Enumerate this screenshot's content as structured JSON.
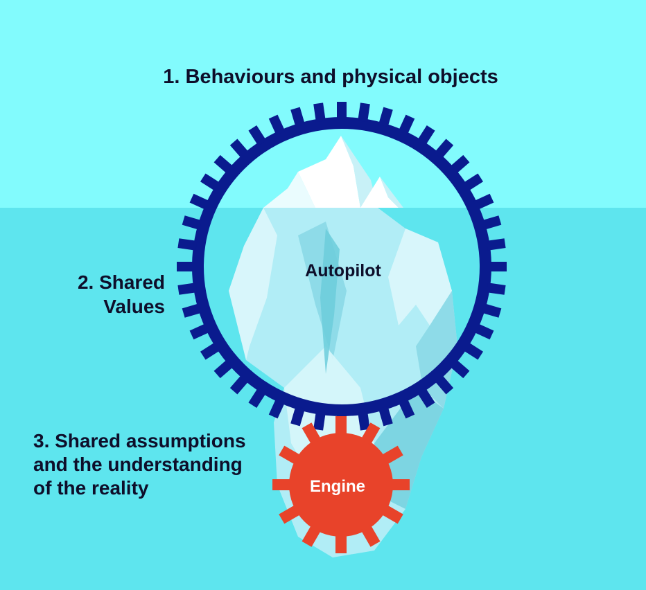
{
  "diagram": {
    "level_1": "1. Behaviours and physical objects",
    "level_2": "2. Shared\nValues",
    "level_3": "3. Shared assumptions\nand the understanding\nof the reality",
    "gear_large_label": "Autopilot",
    "gear_small_label": "Engine"
  },
  "colors": {
    "sky": "#82fbfd",
    "water": "#5ee5ee",
    "ice_top": "#ffffff",
    "ice_light": "#d8f6fb",
    "ice_mid": "#b8eef6",
    "ice_shade": "#8edbe8",
    "ice_dark": "#6cccdb",
    "gear_large": "#0a1b8e",
    "gear_small": "#e8432a",
    "text": "#0e0e2a"
  }
}
